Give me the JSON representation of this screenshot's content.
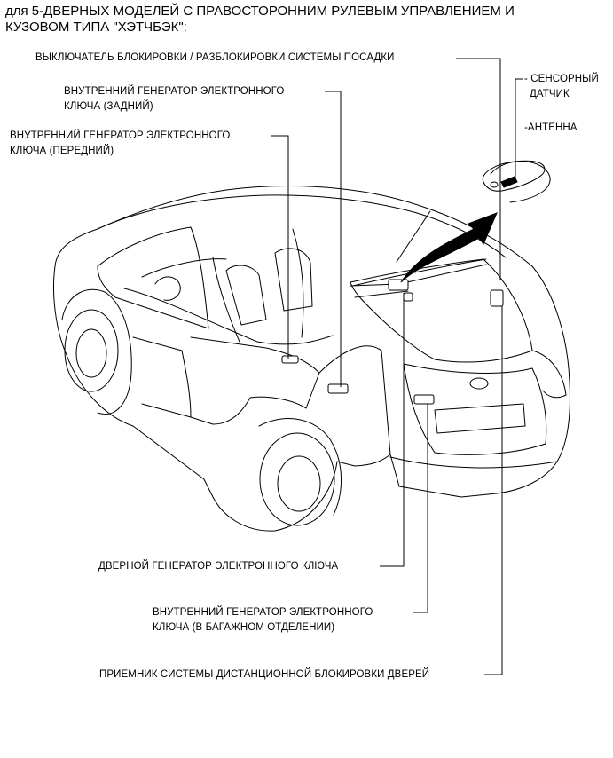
{
  "title": {
    "line1": "для 5-ДВЕРНЫХ МОДЕЛЕЙ С ПРАВОСТОРОННИМ РУЛЕВЫМ УПРАВЛЕНИЕМ И",
    "line2": "КУЗОВОМ ТИПА \"ХЭТЧБЭК\":"
  },
  "labels": {
    "lock_switch": "ВЫКЛЮЧАТЕЛЬ БЛОКИРОВКИ / РАЗБЛОКИРОВКИ СИСТЕМЫ ПОСАДКИ",
    "sensor": "- СЕНСОРНЫЙ",
    "sensor2": "ДАТЧИК",
    "antenna": "-АНТЕННА",
    "rear_osc_1": "ВНУТРЕННИЙ ГЕНЕРАТОР ЭЛЕКТРОННОГО",
    "rear_osc_2": "КЛЮЧА (ЗАДНИЙ)",
    "front_osc_1": "ВНУТРЕННИЙ ГЕНЕРАТОР ЭЛЕКТРОННОГО",
    "front_osc_2": "КЛЮЧА (ПЕРЕДНИЙ)",
    "door_osc": "ДВЕРНОЙ ГЕНЕРАТОР ЭЛЕКТРОННОГО КЛЮЧА",
    "lug_osc_1": "ВНУТРЕННИЙ ГЕНЕРАТОР ЭЛЕКТРОННОГО",
    "lug_osc_2": "КЛЮЧА (В БАГАЖНОМ ОТДЕЛЕНИИ)",
    "receiver": "ПРИЕМНИК СИСТЕМЫ ДИСТАНЦИОННОЙ БЛОКИРОВКИ ДВЕРЕЙ"
  }
}
